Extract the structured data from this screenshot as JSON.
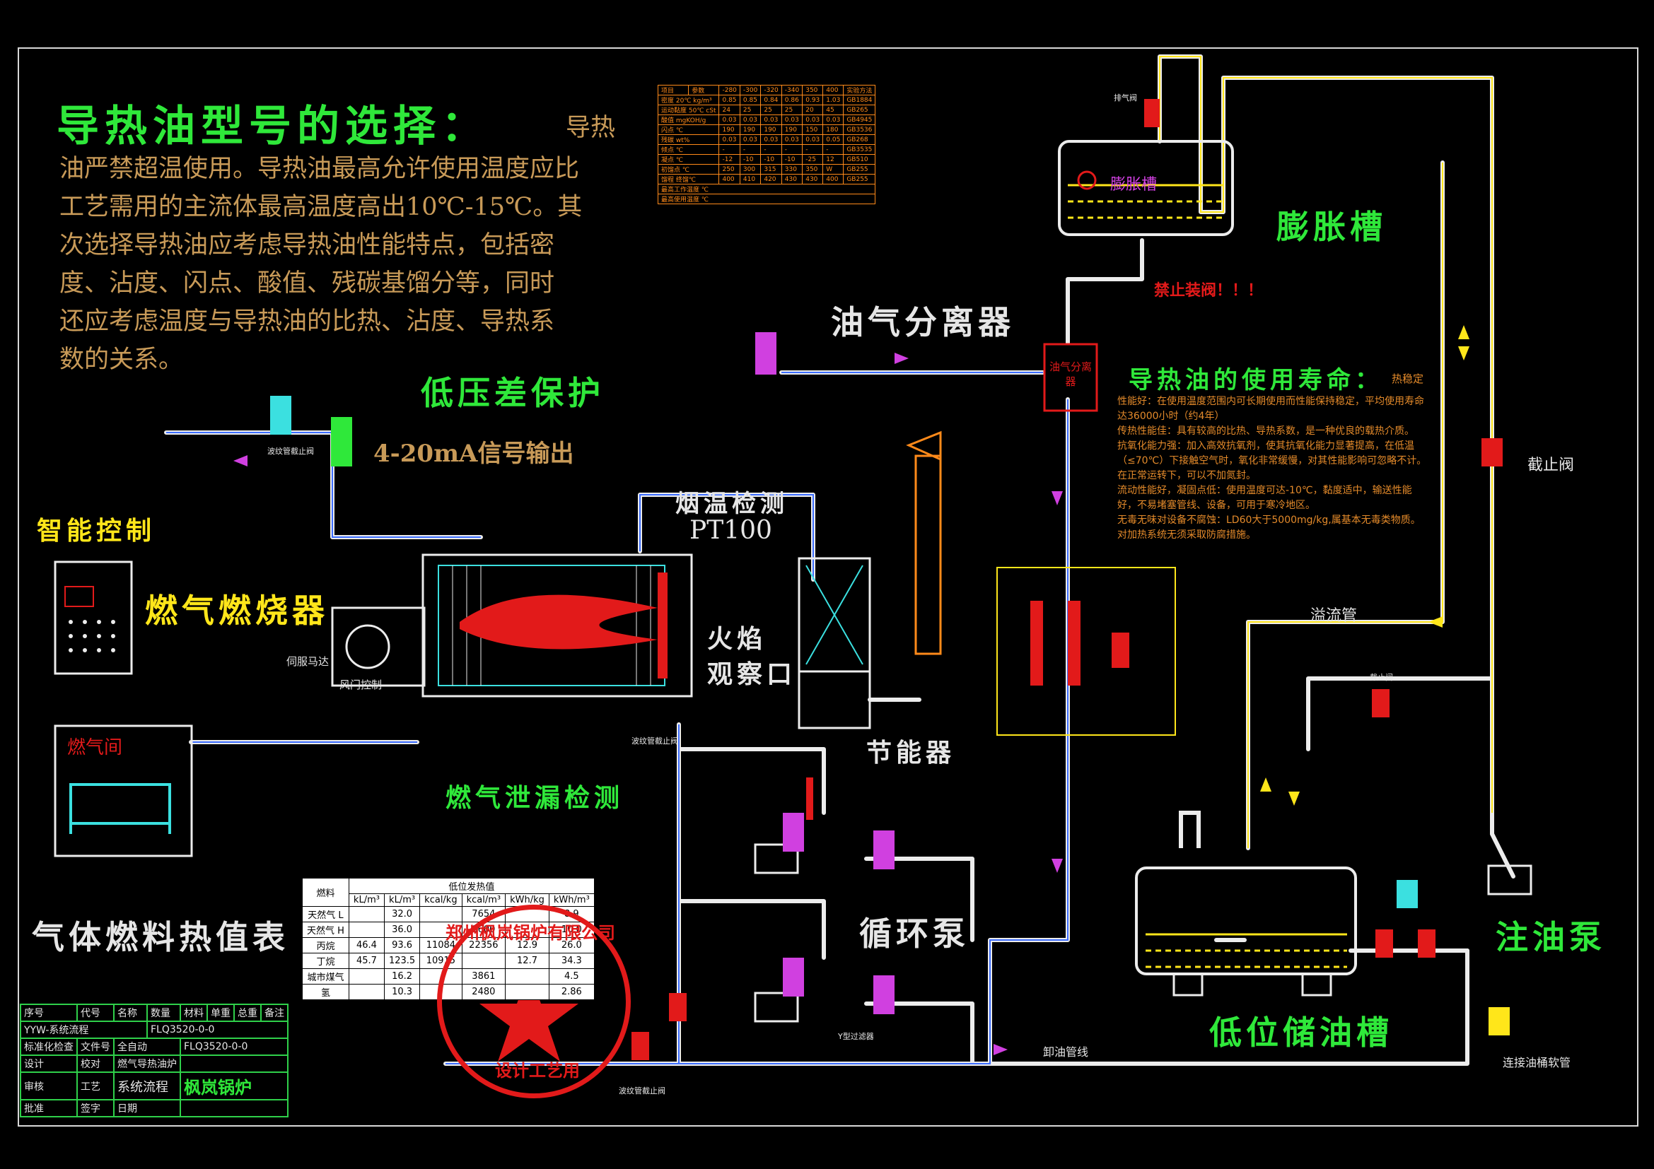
{
  "title": {
    "heading": "导热油型号的选择：",
    "lead": "导热",
    "lines": [
      "油严禁超温使用。导热油最高允许使用温度应比",
      "工艺需用的主流体最高温度高出10℃-15℃。其",
      "次选择导热油应考虑导热油性能特点，包括密",
      "度、沾度、闪点、酸值、残碳基馏分等，同时",
      "还应考虑温度与导热油的比热、沾度、导热系",
      "数的关系。"
    ]
  },
  "labels": {
    "low_pressure": "低压差保护",
    "signal": "4-20mA信号输出",
    "smart": "智能控制",
    "burner": "燃气燃烧器",
    "flue_temp": "烟温检测",
    "pt100": "PT100",
    "flame": "火焰",
    "flame2": "观察口",
    "economizer": "节能器",
    "gas_leak": "燃气泄漏检测",
    "circ_pump": "循环泵",
    "gas_table": "气体燃料热值表",
    "separator": "油气分离器",
    "separator_box": "油气分离器",
    "expansion": "膨胀槽",
    "expansion_inner": "膨胀槽",
    "no_valve": "禁止装阀！！！",
    "oil_life": "导热油的使用寿命：",
    "oil_life_tail": "热稳定",
    "stop_valve": "截止阀",
    "overflow": "溢流管",
    "fill_pump": "注油泵",
    "low_tank": "低位储油槽",
    "gas_valve": "燃气间",
    "drain": "卸油管线",
    "hose": "连接油桶软管",
    "servo": "伺服马达",
    "damper": "风门控制",
    "bellows_valve": "波纹管截止阀",
    "pump_valve": "截止阀",
    "y_filter": "Y型过滤器",
    "vent_valve": "排气阀"
  },
  "oil_life_lines": [
    "性能好：在使用温度范围内可长期使用而性能保持稳定，平均使用寿命达36000小时（约4年）",
    "传热性能佳：具有较高的比热、导热系数，是一种优良的载热介质。",
    "抗氧化能力强：加入高效抗氧剂，使其抗氧化能力显著提高，在低温（≤70℃）下接触空气时，氧化非常缓慢，对其性能影响可忽略不计。在正常运转下，可以不加氮封。",
    "流动性能好，凝固点低：使用温度可达-10℃，黏度适中，输送性能好，不易堵塞管线、设备，可用于寒冷地区。",
    "无毒无味对设备不腐蚀：LD60大于5000mg/kg,属基本无毒类物质。对加热系统无须采取防腐措施。"
  ],
  "fuel_table": {
    "headers": [
      "燃料",
      "kL/m³",
      "kL/m³",
      "kcal/kg",
      "kcal/m³",
      "kWh/kg",
      "kWh/m³"
    ],
    "group": "低位发热值",
    "rows": [
      [
        "天然气 L",
        "",
        "32.0",
        "",
        "7654",
        "",
        "8.9"
      ],
      [
        "天然气 H",
        "",
        "36.0",
        "",
        "8600",
        "",
        "10.0"
      ],
      [
        "丙烷",
        "46.4",
        "93.6",
        "11084",
        "22356",
        "12.9",
        "26.0"
      ],
      [
        "丁烷",
        "45.7",
        "123.5",
        "10915",
        "",
        "12.7",
        "34.3"
      ],
      [
        "城市煤气",
        "",
        "16.2",
        "",
        "3861",
        "",
        "4.5"
      ],
      [
        "氢",
        "",
        "10.3",
        "",
        "2480",
        "",
        "2.86"
      ]
    ]
  },
  "oil_table": {
    "header": [
      "项目",
      "参数",
      "-280",
      "-300",
      "-320",
      "-340",
      "350",
      "400",
      "实验方法"
    ],
    "rows": [
      [
        "密度 20℃ kg/m³",
        "0.85",
        "0.85",
        "0.84",
        "0.86",
        "0.93",
        "1.03",
        "GB1884"
      ],
      [
        "运动黏度 50℃ cSt",
        "24",
        "25",
        "25",
        "25",
        "20",
        "45",
        "GB265"
      ],
      [
        "酸值 mgKOH/g",
        "0.03",
        "0.03",
        "0.03",
        "0.03",
        "0.03",
        "0.03",
        "GB4945"
      ],
      [
        "闪点 ℃",
        "190",
        "190",
        "190",
        "190",
        "150",
        "180",
        "GB3536"
      ],
      [
        "残碳 wt%",
        "0.03",
        "0.03",
        "0.03",
        "0.03",
        "0.03",
        "0.05",
        "GB268"
      ],
      [
        "倾点 ℃",
        "-",
        "-",
        "-",
        "-",
        "-",
        "-",
        "GB3535"
      ],
      [
        "凝点 ℃",
        "-12",
        "-10",
        "-10",
        "-10",
        "-25",
        "12",
        "GB510"
      ],
      [
        "初馏点 ℃",
        "250",
        "300",
        "315",
        "330",
        "350",
        "W",
        "GB255"
      ],
      [
        "馏程 终馏℃",
        "400",
        "410",
        "420",
        "430",
        "430",
        "400",
        "GB255"
      ]
    ],
    "footer1": "最高工作温度 ℃",
    "footer2": "最高使用温度 ℃"
  },
  "title_block": {
    "row1": [
      "序号",
      "代号",
      "名称",
      "数量",
      "材料",
      "单重",
      "总重",
      "备注"
    ],
    "drawing_name": "YYW-系统流程",
    "drawing_no": "FLQ3520-0-0",
    "product1": "全自动",
    "product2": "燃气导热油炉",
    "drawing_no2": "FLQ3520-0-0",
    "flow": "系统流程",
    "company": "枫岚锅炉",
    "roles": [
      "标准化检查",
      "文件号",
      "签字",
      "日期",
      "设计",
      "校对",
      "审核",
      "工艺",
      "批准"
    ]
  },
  "stamp": {
    "ring": "郑州枫岚锅炉有限公司",
    "bottom": "设计工艺用"
  },
  "colors": {
    "pipe": "#f0f0f0",
    "accent_green": "#2fe83a",
    "accent_yellow": "#ffe61a",
    "red": "#e21a1a",
    "orange": "#ff8a1a",
    "magenta": "#d040e0",
    "cyan": "#3be0e0"
  }
}
